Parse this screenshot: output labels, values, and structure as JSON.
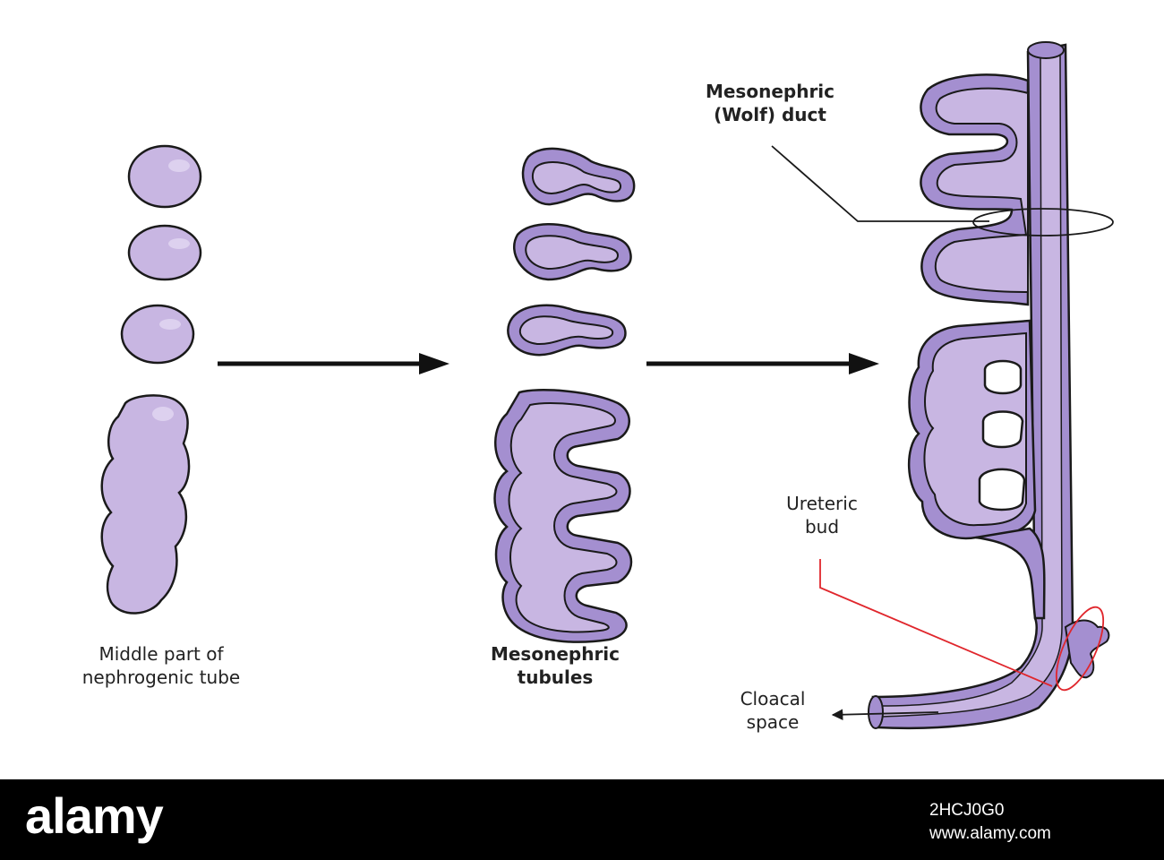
{
  "labels": {
    "middle_part": [
      "Middle part of",
      "nephrogenic tube"
    ],
    "tubules": [
      "Mesonephric",
      "tubules"
    ],
    "wolf_duct": [
      "Mesonephric",
      "(Wolf) duct"
    ],
    "ureteric_bud": [
      "Ureteric",
      "bud"
    ],
    "cloacal_space": [
      "Cloacal",
      "space"
    ]
  },
  "watermark": {
    "brand": "alamy",
    "image_id": "2HCJ0G0",
    "site": "www.alamy.com"
  },
  "colors": {
    "fill": "#c8b6e2",
    "wall": "#a48fd0",
    "outline": "#1a1a1a",
    "pointer_red": "#e0262c",
    "footer_bg": "#000000"
  },
  "icons": {
    "arrows": "right-arrow-icon",
    "cloaca_pointer": "arrow-left-icon"
  }
}
